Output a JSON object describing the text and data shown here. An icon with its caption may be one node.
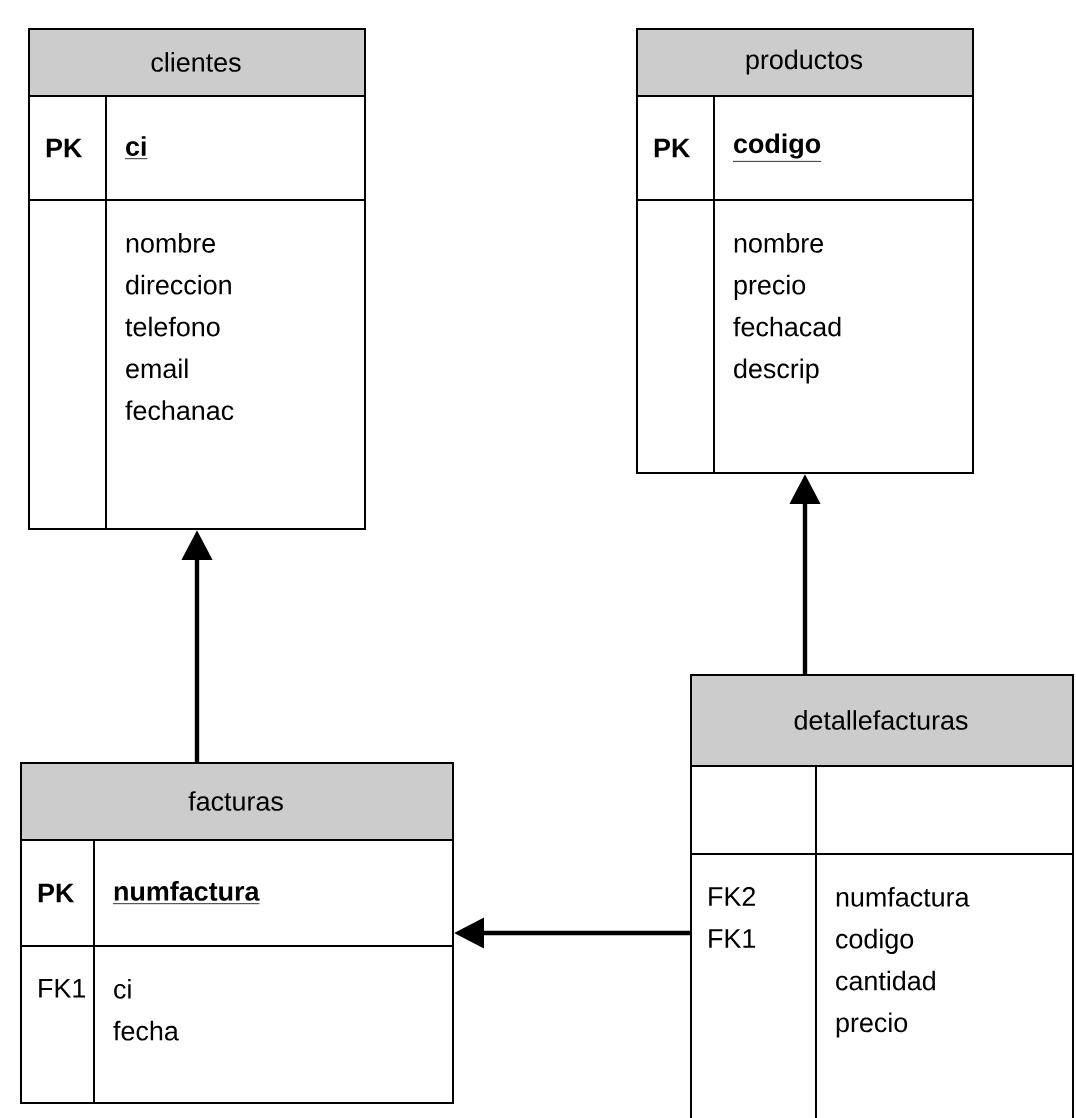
{
  "diagram": {
    "nodes": [
      {
        "text": [
          "clientes",
          "PK",
          "ci",
          "nombre direccion telefono email fechanac"
        ]
      },
      {
        "text": [
          "productos",
          "PK",
          "codigo",
          "nombre precio fechacad descrip"
        ]
      },
      {
        "text": [
          "facturas",
          "PK",
          "numfactura",
          "FK1",
          "ci fecha"
        ]
      },
      {
        "text": [
          "detallefacturas",
          "FK2 FK1",
          "numfactura codigo cantidad precio"
        ]
      }
    ],
    "edges": [
      {
        "from": 2,
        "to": 0,
        "arrow": "to"
      },
      {
        "from": 3,
        "to": 1,
        "arrow": "to"
      },
      {
        "from": 3,
        "to": 2,
        "arrow": "to"
      }
    ]
  }
}
